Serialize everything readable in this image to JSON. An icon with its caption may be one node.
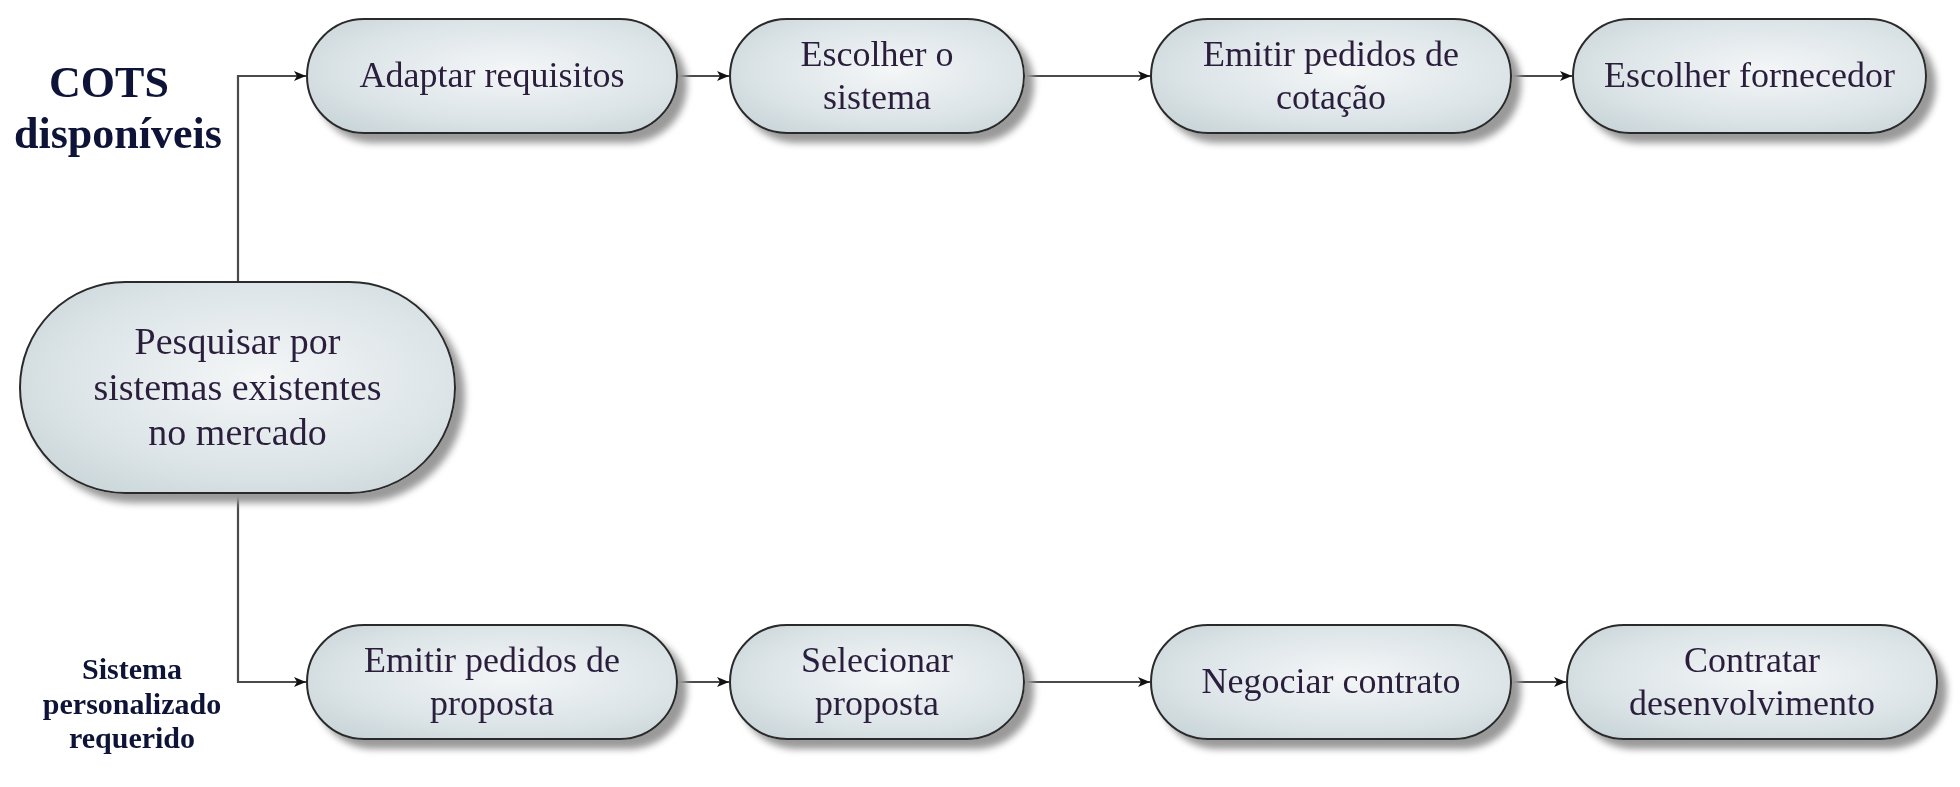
{
  "diagram": {
    "nodes": [
      {
        "text": [
          "Pesquisar por sistemas existentes no mercado"
        ]
      },
      {
        "text": [
          "Adaptar requisitos"
        ]
      },
      {
        "text": [
          "Escolher o sistema"
        ]
      },
      {
        "text": [
          "Emitir pedidos de cotação"
        ]
      },
      {
        "text": [
          "Escolher fornecedor"
        ]
      },
      {
        "text": [
          "Emitir pedidos de proposta"
        ]
      },
      {
        "text": [
          "Selecionar proposta"
        ]
      },
      {
        "text": [
          "Negociar contrato"
        ]
      },
      {
        "text": [
          "Contratar desenvolvimento"
        ]
      }
    ],
    "edges": [
      {
        "from": 0,
        "to": 1,
        "arrow": "to",
        "label": "COTS disponíveis"
      },
      {
        "from": 1,
        "to": 2,
        "arrow": "to"
      },
      {
        "from": 2,
        "to": 3,
        "arrow": "to"
      },
      {
        "from": 3,
        "to": 4,
        "arrow": "to"
      },
      {
        "from": 0,
        "to": 5,
        "arrow": "to",
        "label": "Sistema personalizado requerido"
      },
      {
        "from": 5,
        "to": 6,
        "arrow": "to"
      },
      {
        "from": 6,
        "to": 7,
        "arrow": "to"
      },
      {
        "from": 7,
        "to": 8,
        "arrow": "to"
      }
    ]
  }
}
